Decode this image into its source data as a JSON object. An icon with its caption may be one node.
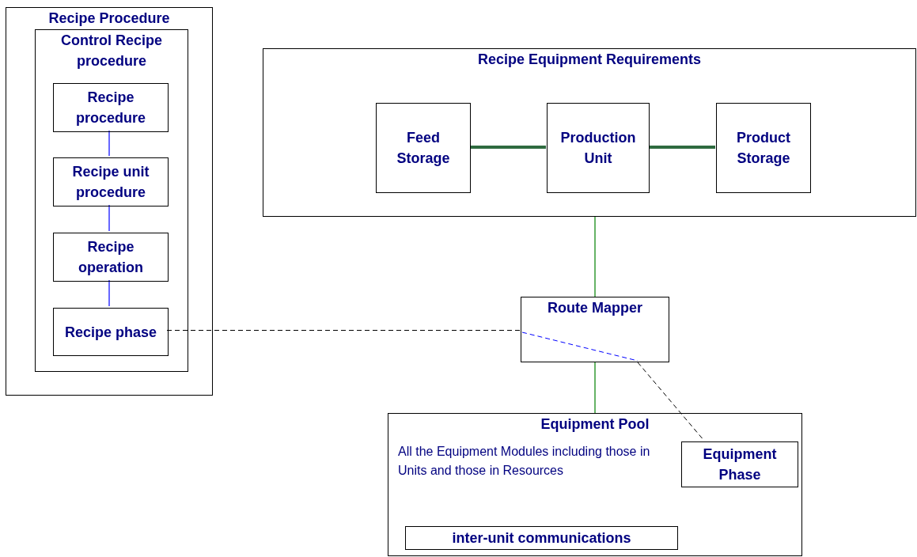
{
  "diagram": {
    "nodes": [
      {
        "text": [
          "Recipe Procedure"
        ]
      },
      {
        "text": [
          "Control Recipe procedure"
        ],
        "in": 0
      },
      {
        "text": [
          "Recipe procedure"
        ],
        "in": 1
      },
      {
        "text": [
          "Recipe unit procedure"
        ],
        "in": 1
      },
      {
        "text": [
          "Recipe operation"
        ],
        "in": 1
      },
      {
        "text": [
          "Recipe phase"
        ],
        "in": 1
      },
      {
        "text": [
          "Recipe Equipment Requirements"
        ]
      },
      {
        "text": [
          "Feed Storage"
        ],
        "in": 6
      },
      {
        "text": [
          "Production Unit"
        ],
        "in": 6
      },
      {
        "text": [
          "Product Storage"
        ],
        "in": 6
      },
      {
        "text": [
          "Route Mapper"
        ]
      },
      {
        "text": [
          "Equipment Pool",
          "All the Equipment Modules including those in Units and those in Resources"
        ]
      },
      {
        "text": [
          "Equipment Phase"
        ],
        "in": 11
      },
      {
        "text": [
          "inter-unit communications"
        ],
        "in": 11
      }
    ],
    "edges": [
      {
        "from": 2,
        "to": 3,
        "arrow": "none",
        "color": "#0000ff"
      },
      {
        "from": 3,
        "to": 4,
        "arrow": "none",
        "color": "#0000ff"
      },
      {
        "from": 4,
        "to": 5,
        "arrow": "none",
        "color": "#0000ff"
      },
      {
        "from": 7,
        "to": 8,
        "arrow": "none",
        "style": "thick",
        "color": "#2e6b3f"
      },
      {
        "from": 8,
        "to": 9,
        "arrow": "none",
        "style": "thick",
        "color": "#2e6b3f"
      },
      {
        "from": 6,
        "to": 10,
        "arrow": "none",
        "color": "#008000"
      },
      {
        "from": 10,
        "to": 11,
        "arrow": "none",
        "color": "#008000"
      },
      {
        "from": 5,
        "to": 10,
        "arrow": "none",
        "style": "dashed",
        "color": "#000000"
      },
      {
        "from": 10,
        "to": 12,
        "arrow": "none",
        "style": "dashed",
        "color": "#000000"
      }
    ]
  }
}
